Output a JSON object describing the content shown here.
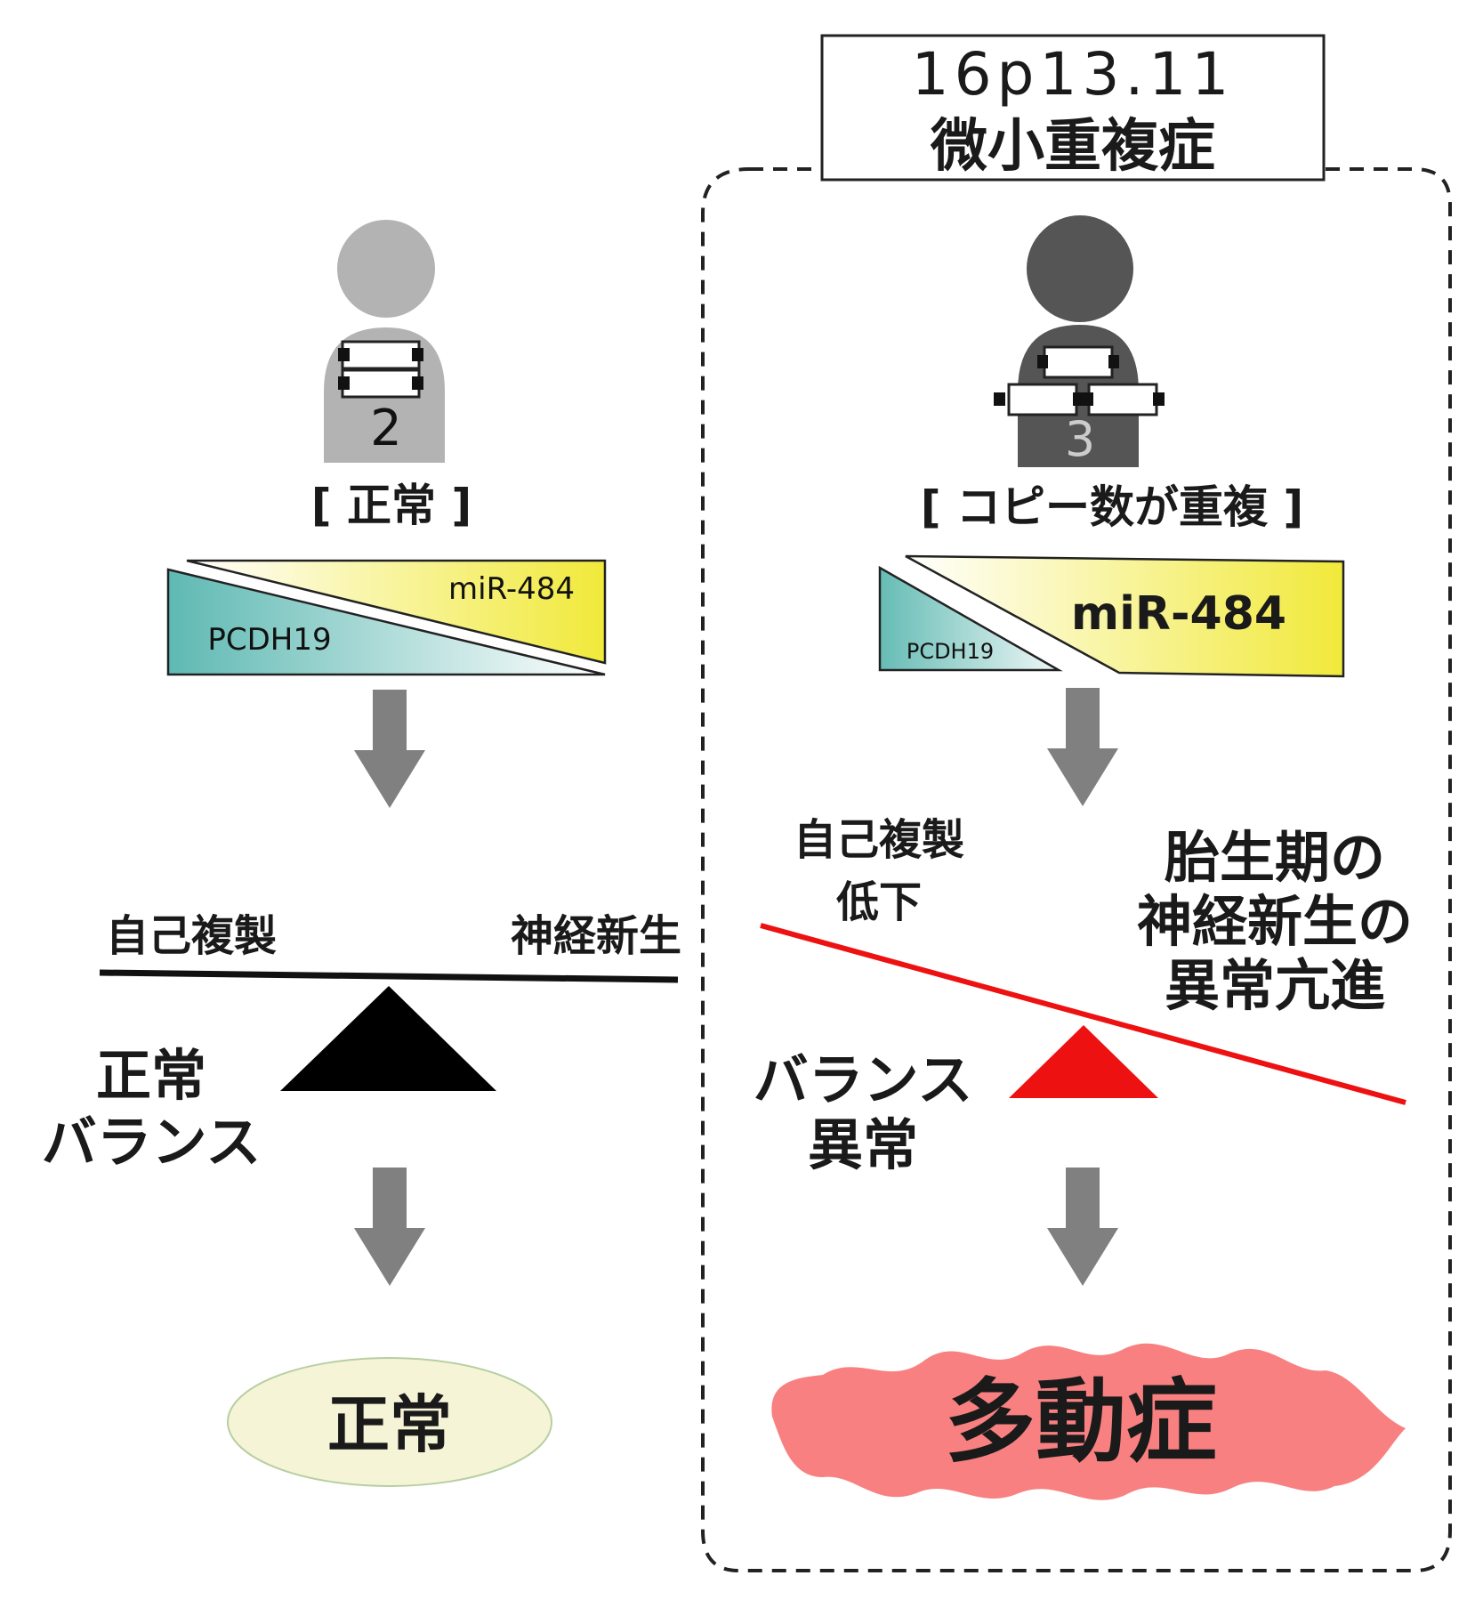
{
  "title": {
    "line1": "16p13.11",
    "line2": "微小重複症"
  },
  "normal": {
    "copy_number": "2",
    "label": "[ 正常 ]",
    "mir_label": "miR-484",
    "pcdh_label": "PCDH19",
    "left_pan": "自己複製",
    "right_pan": "神経新生",
    "balance_line1": "正常",
    "balance_line2": "バランス",
    "outcome": "正常"
  },
  "duplication": {
    "copy_number": "3",
    "label": "[ コピー数が重複 ]",
    "mir_label": "miR-484",
    "pcdh_label": "PCDH19",
    "left_note_line1": "自己複製",
    "left_note_line2": "低下",
    "right_note_line1": "胎生期の",
    "right_note_line2": "神経新生の",
    "right_note_line3": "異常亢進",
    "balance_line1": "バランス",
    "balance_line2": "異常",
    "outcome": "多動症"
  },
  "colors": {
    "normal_person": "#b3b3b3",
    "dup_person": "#555555",
    "teal": "#5fb9b3",
    "yellow": "#f1e93a",
    "arrow": "#808080",
    "red": "#ee1111",
    "outcome_normal_fill": "#f6f4d7",
    "outcome_dup_fill": "#f88080"
  }
}
